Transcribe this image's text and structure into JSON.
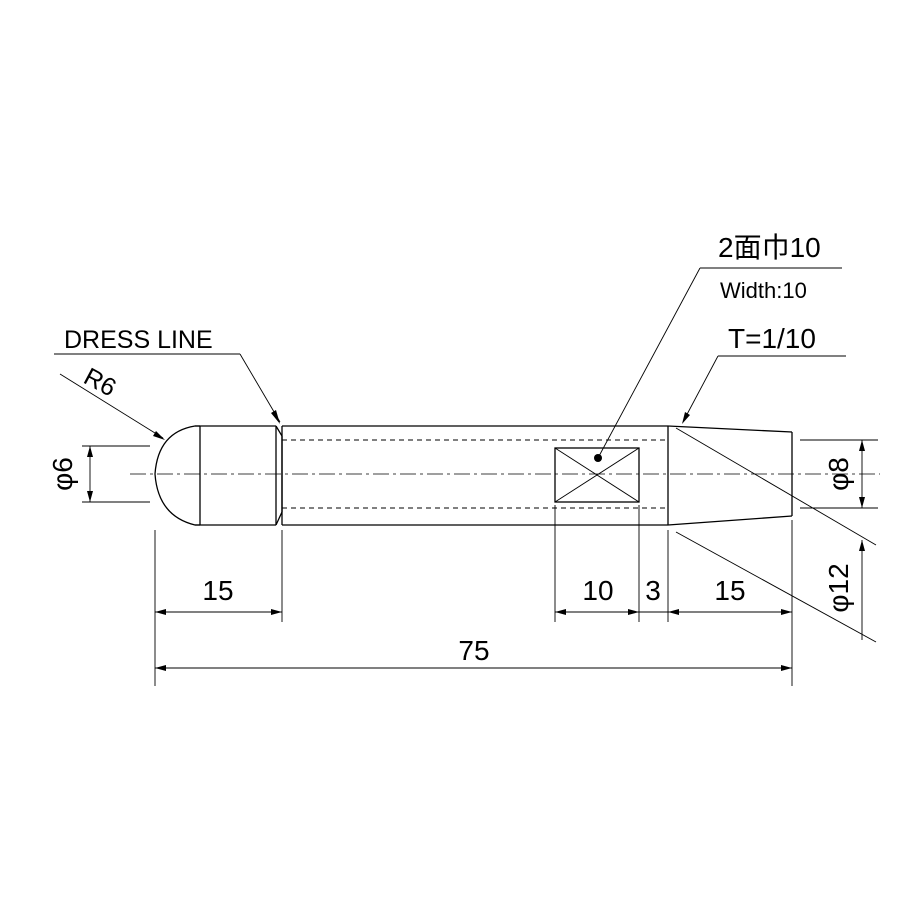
{
  "labels": {
    "dress_line": "DRESS LINE",
    "radius": "R6",
    "flat_width_jp": "2面巾10",
    "flat_width_en": "Width:10",
    "taper": "T=1/10",
    "dia_tip": "φ6",
    "dia_end": "φ8",
    "dia_body": "φ12"
  },
  "dimensions": {
    "tip_length": "15",
    "flat_length": "10",
    "gap_length": "3",
    "taper_length": "15",
    "total_length": "75"
  }
}
